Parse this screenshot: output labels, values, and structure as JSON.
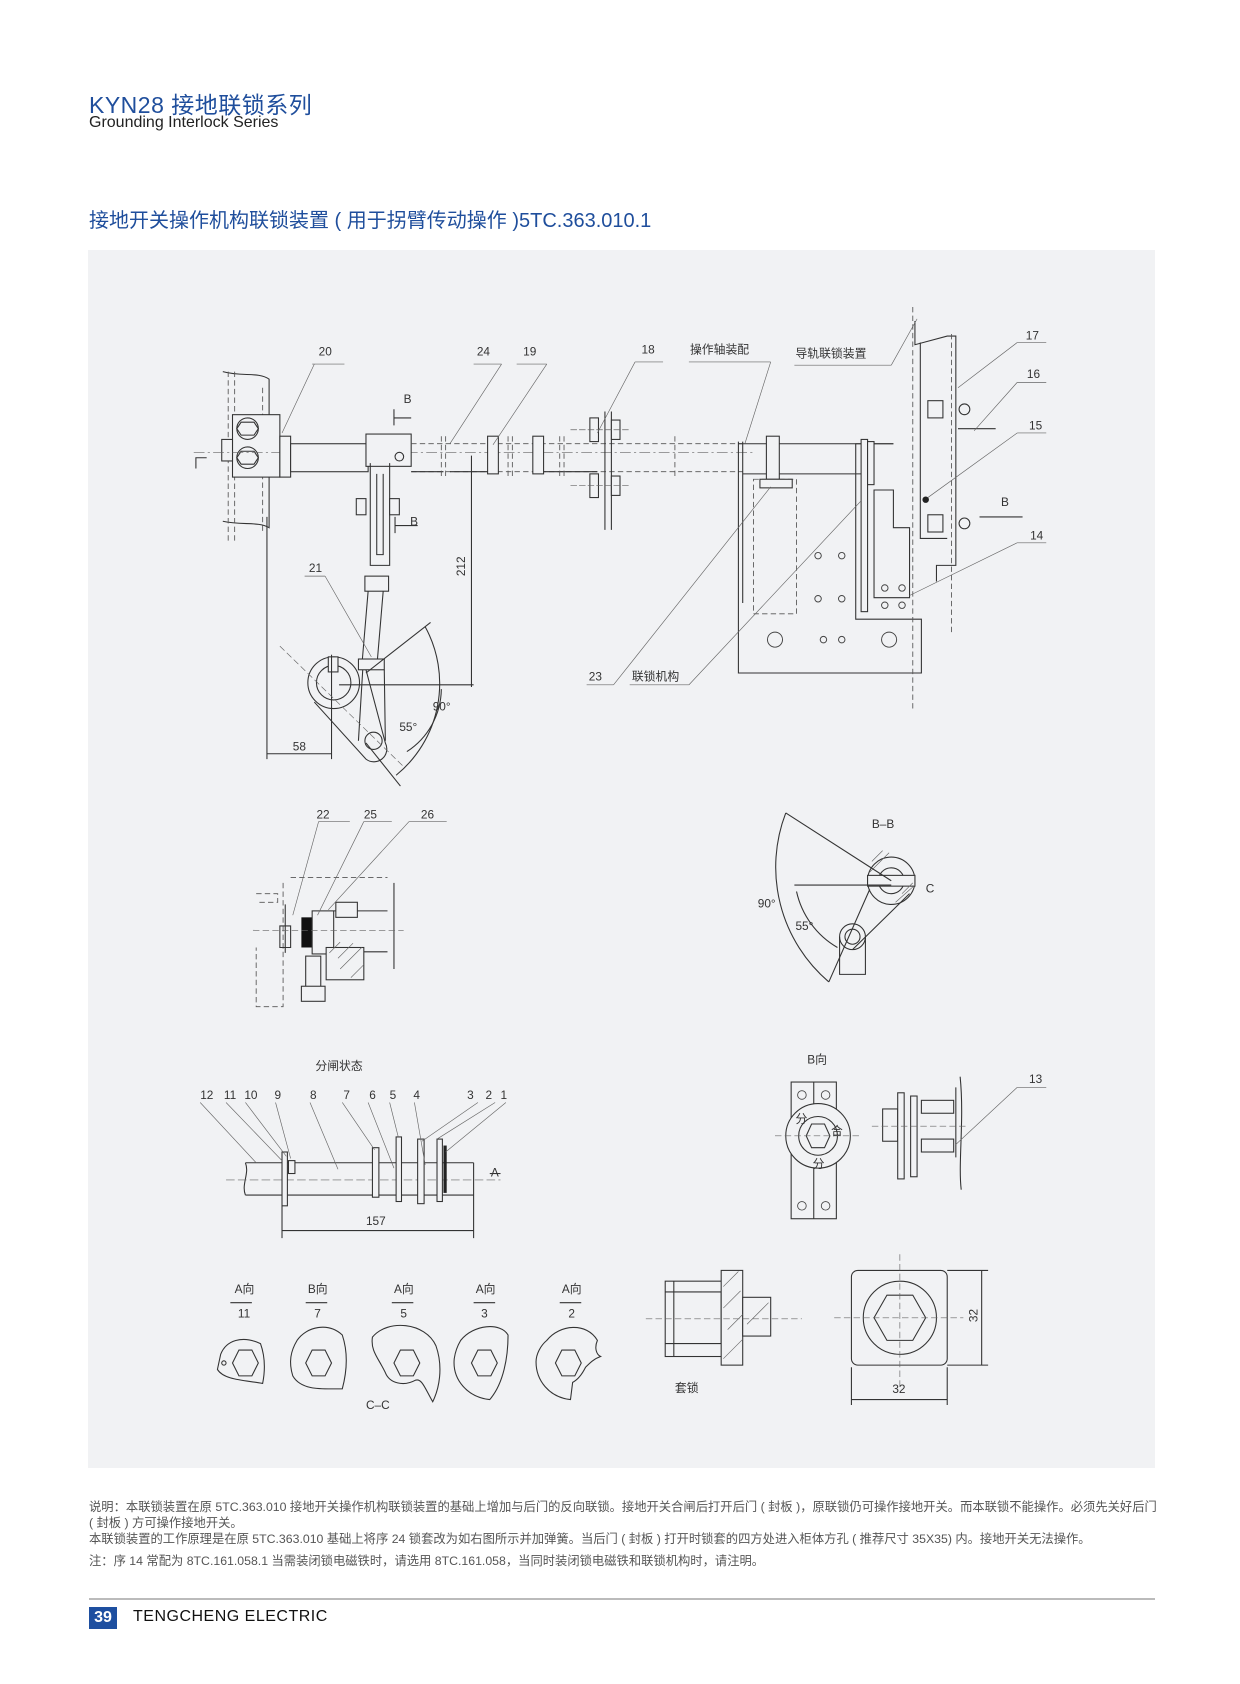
{
  "header": {
    "title": "KYN28 接地联锁系列",
    "subtitle": "Grounding Interlock Series"
  },
  "section_title": "接地开关操作机构联锁装置 ( 用于拐臂传动操作 )5TC.363.010.1",
  "drawing": {
    "main_view": {
      "callouts": {
        "c20": "20",
        "c24": "24",
        "c19": "19",
        "c18": "18",
        "shaft_assembly": "操作轴装配",
        "rail_interlock": "导轨联锁装置",
        "c17": "17",
        "c16": "16",
        "c15": "15",
        "c14": "14",
        "c21": "21",
        "c23": "23",
        "interlock_mechanism": "联锁机构"
      },
      "section_marks": {
        "b_top": "B",
        "b_bottom": "B",
        "b_right": "B"
      },
      "dimensions": {
        "height": "212",
        "offset": "58",
        "angle_large": "90°",
        "angle_small": "55°"
      }
    },
    "detail_section": {
      "callouts": {
        "c22": "22",
        "c25": "25",
        "c26": "26"
      }
    },
    "bb_section": {
      "title": "B–B",
      "mark_c": "C",
      "angle_large": "90°",
      "angle_small": "55°"
    },
    "open_state": {
      "title": "分闸状态",
      "callouts": [
        "12",
        "11",
        "10",
        "9",
        "8",
        "7",
        "6",
        "5",
        "4",
        "3",
        "2",
        "1"
      ],
      "direction_a": "A",
      "length": "157"
    },
    "b_view": {
      "title": "B向",
      "label_open_top": "分",
      "label_close": "合",
      "label_open_bottom": "分",
      "callout": "13"
    },
    "cams": [
      {
        "direction": "A向",
        "number": "11"
      },
      {
        "direction": "B向",
        "number": "7"
      },
      {
        "direction": "A向",
        "number": "5"
      },
      {
        "direction": "A向",
        "number": "3"
      },
      {
        "direction": "A向",
        "number": "2"
      }
    ],
    "cc_label": "C–C",
    "sleeve_lock": {
      "label": "套锁",
      "width": "32",
      "height": "32"
    }
  },
  "notes": {
    "line1": "说明：本联锁装置在原 5TC.363.010 接地开关操作机构联锁装置的基础上增加与后门的反向联锁。接地开关合闸后打开后门 ( 封板 )，原联锁仍可操作接地开关。而本联锁不能操作。必须先关好后门 ( 封板 ) 方可操作接地开关。",
    "line2": "本联锁装置的工作原理是在原 5TC.363.010 基础上将序 24 锁套改为如右图所示并加弹簧。当后门 ( 封板 ) 打开时锁套的四方处进入柜体方孔 ( 推荐尺寸 35X35) 内。接地开关无法操作。",
    "line3": "注：序 14 常配为 8TC.161.058.1 当需装闭锁电磁铁时，请选用 8TC.161.058，当同时装闭锁电磁铁和联锁机构时，请注明。"
  },
  "footer": {
    "page_number": "39",
    "brand": "TENGCHENG ELECTRIC"
  },
  "colors": {
    "brand_blue": "#1f4e9c",
    "panel_bg": "#f1f2f4"
  }
}
